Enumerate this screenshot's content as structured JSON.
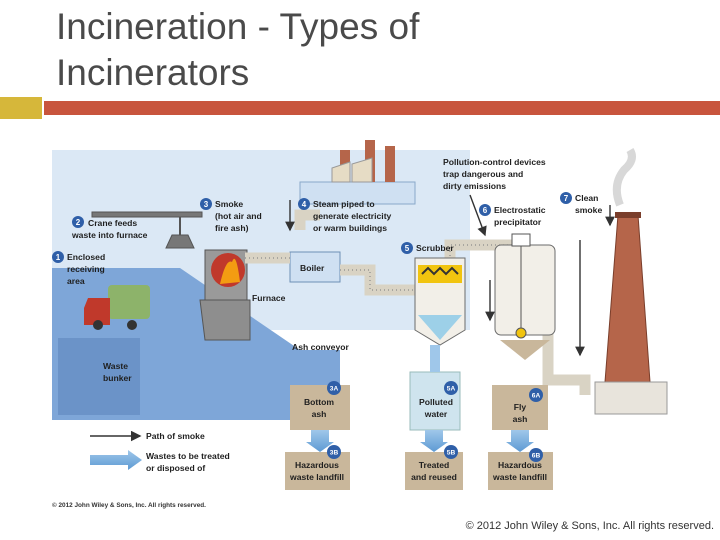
{
  "slide": {
    "title_line1": "Incineration - Types of",
    "title_line2": "Incinerators",
    "footer": "© 2012 John Wiley & Sons, Inc. All rights reserved."
  },
  "diagram": {
    "step1": {
      "num": "1",
      "line1": "Enclosed",
      "line2": "receiving",
      "line3": "area"
    },
    "step2": {
      "num": "2",
      "line1": "Crane feeds",
      "line2": "waste into furnace"
    },
    "step3": {
      "num": "3",
      "line1": "Smoke",
      "line2": "(hot air and",
      "line3": "fire ash)"
    },
    "step4": {
      "num": "4",
      "line1": "Steam piped to",
      "line2": "generate electricity",
      "line3": "or warm buildings"
    },
    "step5": {
      "num": "5",
      "line1": "Scrubber"
    },
    "step6": {
      "num": "6",
      "line1": "Electrostatic",
      "line2": "precipitator"
    },
    "step7": {
      "num": "7",
      "line1": "Clean",
      "line2": "smoke"
    },
    "pollution_control": {
      "line1": "Pollution-control devices",
      "line2": "trap dangerous and",
      "line3": "dirty emissions"
    },
    "boiler": "Boiler",
    "furnace": "Furnace",
    "ash_conveyor": "Ash conveyor",
    "waste_bunker": {
      "line1": "Waste",
      "line2": "bunker"
    },
    "out_3a": {
      "num": "3A",
      "line1": "Bottom",
      "line2": "ash"
    },
    "out_5a": {
      "num": "5A",
      "line1": "Polluted",
      "line2": "water"
    },
    "out_6a": {
      "num": "6A",
      "line1": "Fly",
      "line2": "ash"
    },
    "out_3b": {
      "num": "3B",
      "line1": "Hazardous",
      "line2": "waste landfill"
    },
    "out_5b": {
      "num": "5B",
      "line1": "Treated",
      "line2": "and reused"
    },
    "out_6b": {
      "num": "6B",
      "line1": "Hazardous",
      "line2": "waste landfill"
    },
    "legend": {
      "path_of_smoke": "Path of smoke",
      "wastes_line1": "Wastes to be treated",
      "wastes_line2": "or disposed of"
    },
    "credit": "© 2012 John Wiley & Sons, Inc. All rights reserved."
  },
  "colors": {
    "accent_square": "#d6b73a",
    "title_rule": "#c8553d",
    "step_badge": "#2f5fa8",
    "ground_blue": "#7ea6d8",
    "sky_blue": "#cfe0f2",
    "output_box": "#c9b79b",
    "chimney": "#b5654a",
    "pipe": "#f2efe8"
  }
}
